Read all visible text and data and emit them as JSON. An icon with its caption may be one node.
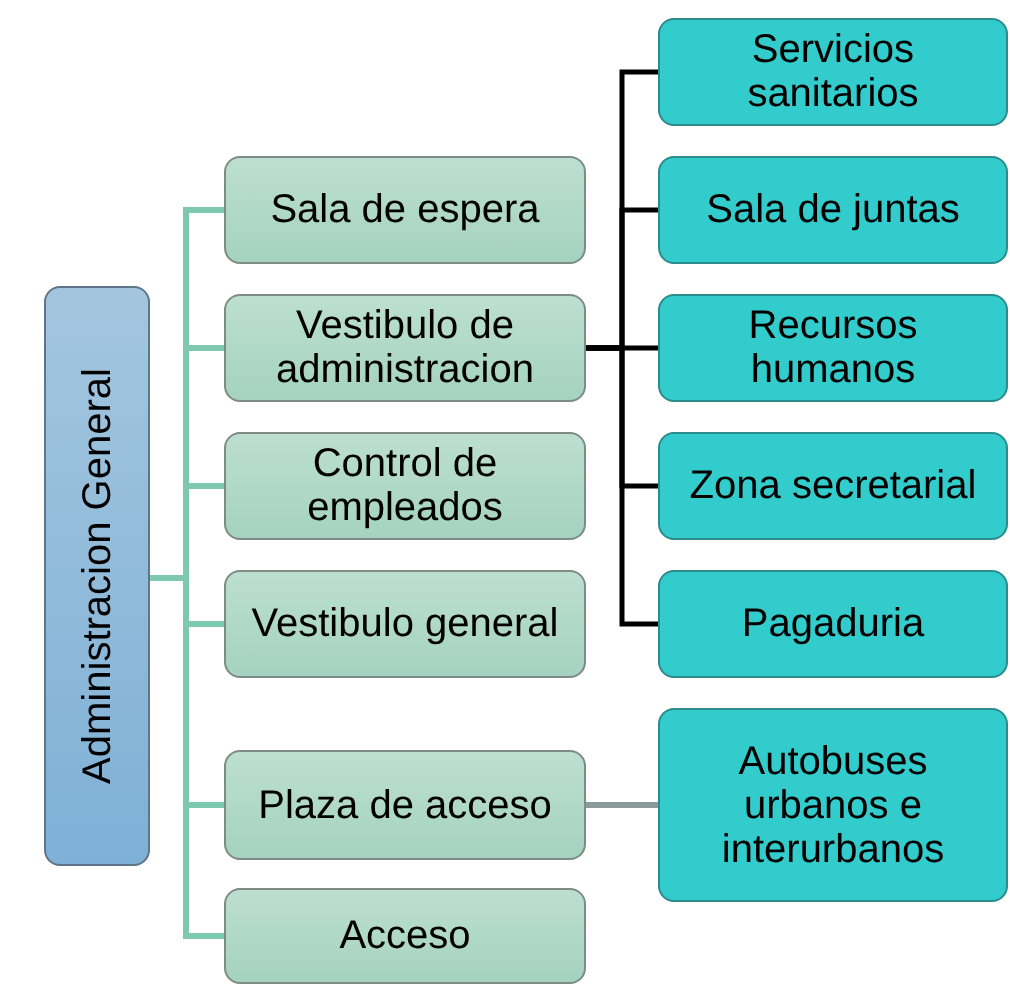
{
  "diagram": {
    "nodes": [
      {
        "text": [
          "Administracion General"
        ]
      },
      {
        "text": [
          "Sala de espera"
        ]
      },
      {
        "text": [
          "Vestibulo de administracion"
        ]
      },
      {
        "text": [
          "Control de empleados"
        ]
      },
      {
        "text": [
          "Vestibulo general"
        ]
      },
      {
        "text": [
          "Plaza de acceso"
        ]
      },
      {
        "text": [
          "Acceso"
        ]
      },
      {
        "text": [
          "Servicios sanitarios"
        ]
      },
      {
        "text": [
          "Sala de juntas"
        ]
      },
      {
        "text": [
          "Recursos humanos"
        ]
      },
      {
        "text": [
          "Zona secretarial"
        ]
      },
      {
        "text": [
          "Pagaduria"
        ]
      },
      {
        "text": [
          "Autobuses urbanos e interurbanos"
        ]
      }
    ],
    "edges": [
      {
        "from": 0,
        "to": 1,
        "arrow": "none"
      },
      {
        "from": 0,
        "to": 2,
        "arrow": "none"
      },
      {
        "from": 0,
        "to": 3,
        "arrow": "none"
      },
      {
        "from": 0,
        "to": 4,
        "arrow": "none"
      },
      {
        "from": 0,
        "to": 5,
        "arrow": "none"
      },
      {
        "from": 0,
        "to": 6,
        "arrow": "none"
      },
      {
        "from": 2,
        "to": 7,
        "arrow": "none",
        "color": "#000000"
      },
      {
        "from": 2,
        "to": 8,
        "arrow": "none",
        "color": "#000000"
      },
      {
        "from": 2,
        "to": 9,
        "arrow": "none",
        "color": "#000000"
      },
      {
        "from": 2,
        "to": 10,
        "arrow": "none",
        "color": "#000000"
      },
      {
        "from": 2,
        "to": 11,
        "arrow": "none",
        "color": "#000000"
      },
      {
        "from": 5,
        "to": 12,
        "arrow": "none",
        "color": "#8a9a9a"
      }
    ]
  }
}
